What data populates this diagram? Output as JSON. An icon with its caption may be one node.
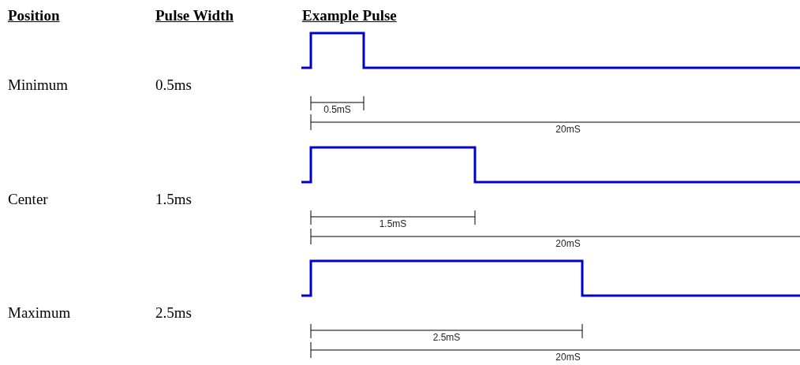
{
  "diagram": {
    "labels": [
      "Position",
      "Pulse Width",
      "Example Pulse",
      "Minimum",
      "0.5ms",
      "0.5mS",
      "20mS",
      "Center",
      "1.5ms",
      "1.5mS",
      "20mS",
      "Maximum",
      "2.5ms",
      "2.5mS",
      "20mS"
    ]
  }
}
